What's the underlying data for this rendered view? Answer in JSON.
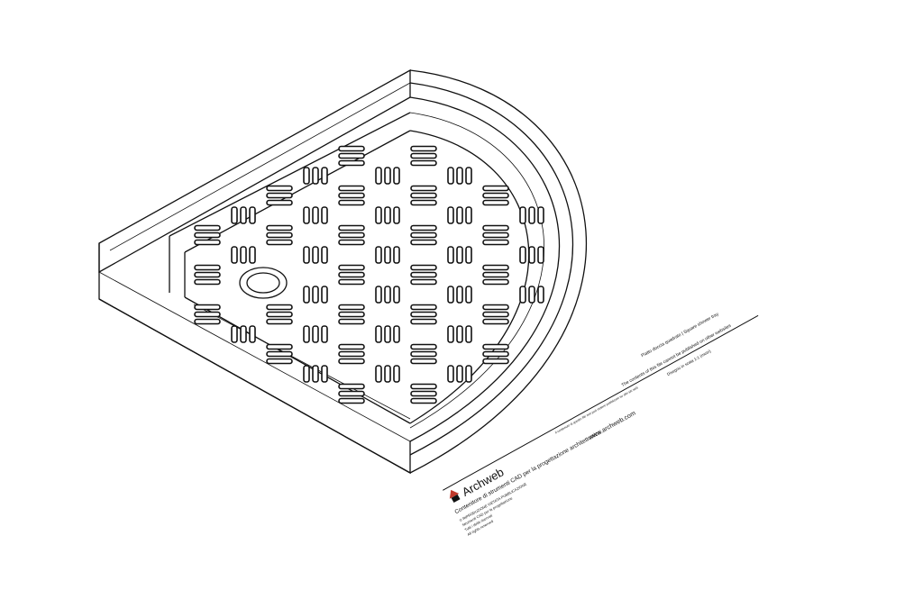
{
  "drawing": {
    "subject": "Piatto doccia quarto di cerchio – vista assonometrica",
    "stroke_color": "#111111",
    "background": "#ffffff"
  },
  "title_block": {
    "brand": "Archweb",
    "tagline": "Contenitore di strumenti CAD per la progettazione architettonica",
    "website": "www.archweb.com",
    "notice_it": "Il contenuto di questo file non può essere pubblicato su altri siti web",
    "notice_en": "The contents of this file cannot be published on other websites",
    "drawing_title": "Piatto doccia quadrato | Square shower tray",
    "scale_note": "Disegno in scala 1:1 (metri)",
    "copyright_lines": [
      "© RIPRODUZIONE VIETATA PUBBLICAZIONE",
      "Strumenti CAD per la progettazione",
      "Tutti i diritti riservati",
      "All rights reserved"
    ],
    "logo_icon": "archweb-logo-icon"
  }
}
